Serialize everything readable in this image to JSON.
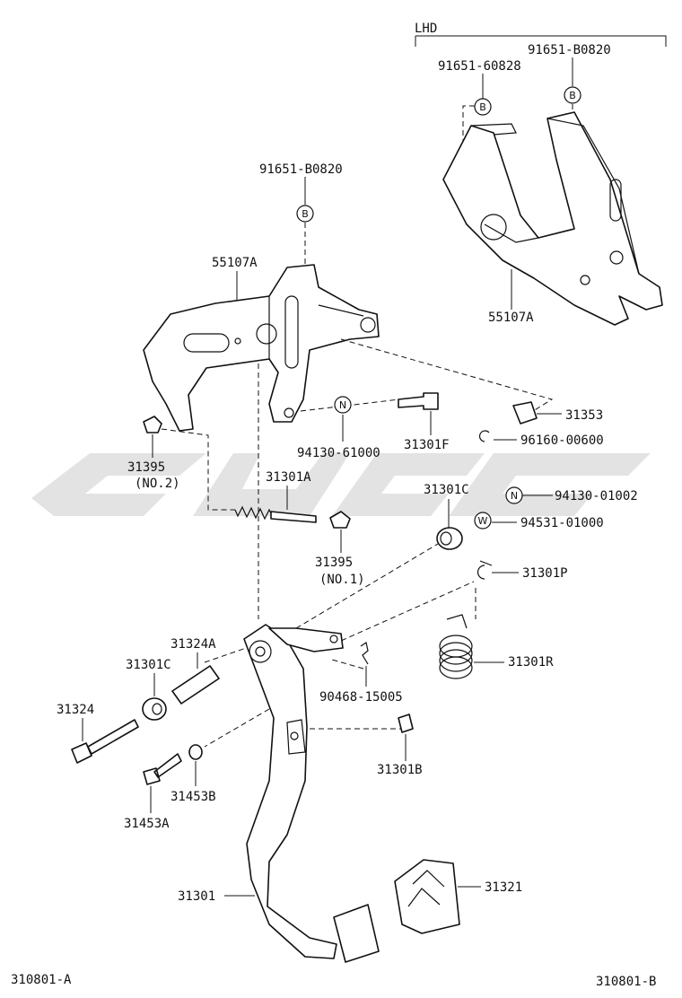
{
  "diagram": {
    "lhd_label": "LHD",
    "corner_left": "310801-A",
    "corner_right": "310801-B",
    "callouts": {
      "lhd_bolt_a": "91651-60828",
      "lhd_bolt_b": "91651-B0820",
      "lhd_bracket": "55107A",
      "main_bolt": "91651-B0820",
      "main_bracket": "55107A",
      "p31353": "31353",
      "p96160": "96160-00600",
      "p94130_61000": "94130-61000",
      "p31301F": "31301F",
      "p31395_2": "31395",
      "p31395_2_sub": "(NO.2)",
      "p31301A": "31301A",
      "p31301C_top": "31301C",
      "p94130_01002": "94130-01002",
      "p94531_01000": "94531-01000",
      "p31395_1": "31395",
      "p31395_1_sub": "(NO.1)",
      "p31301P": "31301P",
      "p31324A": "31324A",
      "p31301C_left": "31301C",
      "p31301R": "31301R",
      "p90468": "90468-15005",
      "p31324": "31324",
      "p31301B": "31301B",
      "p31453B": "31453B",
      "p31453A": "31453A",
      "p31301": "31301",
      "p31321": "31321"
    },
    "badges": {
      "b": "B",
      "n": "N",
      "w": "W"
    }
  }
}
